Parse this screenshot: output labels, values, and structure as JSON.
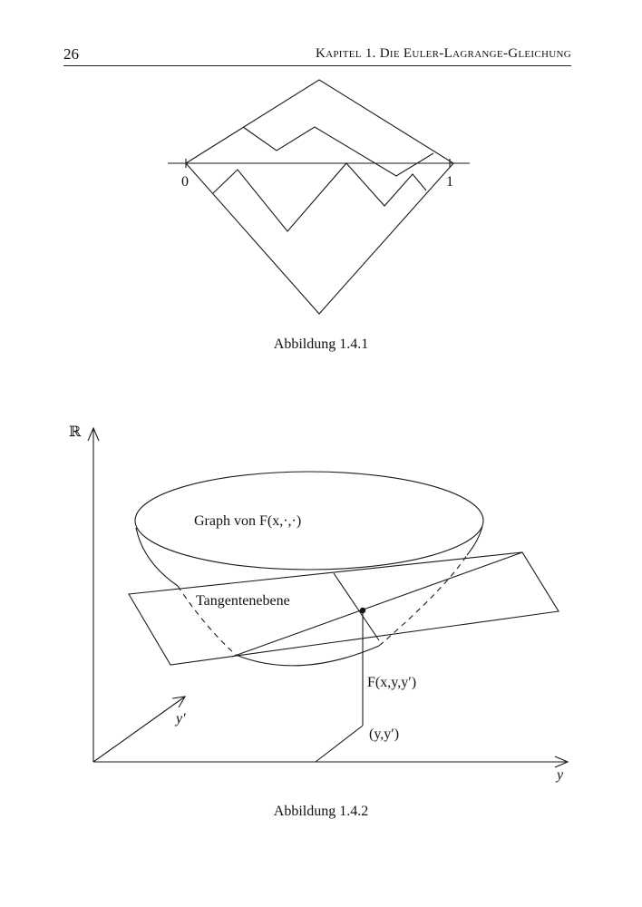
{
  "header": {
    "page_number": "26",
    "running_head": "Kapitel 1. Die Euler-Lagrange-Gleichung"
  },
  "figure1": {
    "caption": "Abbildung 1.4.1",
    "label_zero": "0",
    "label_one": "1"
  },
  "figure2": {
    "caption": "Abbildung 1.4.2",
    "axis_r_label": "ℝ",
    "axis_y_label": "y",
    "axis_yprime_label": "y′",
    "graph_label": "Graph von F(x,·,·)",
    "tangent_label": "Tangentenebene",
    "value_label": "F(x,y,y′)",
    "point_label": "(y,y′)"
  }
}
